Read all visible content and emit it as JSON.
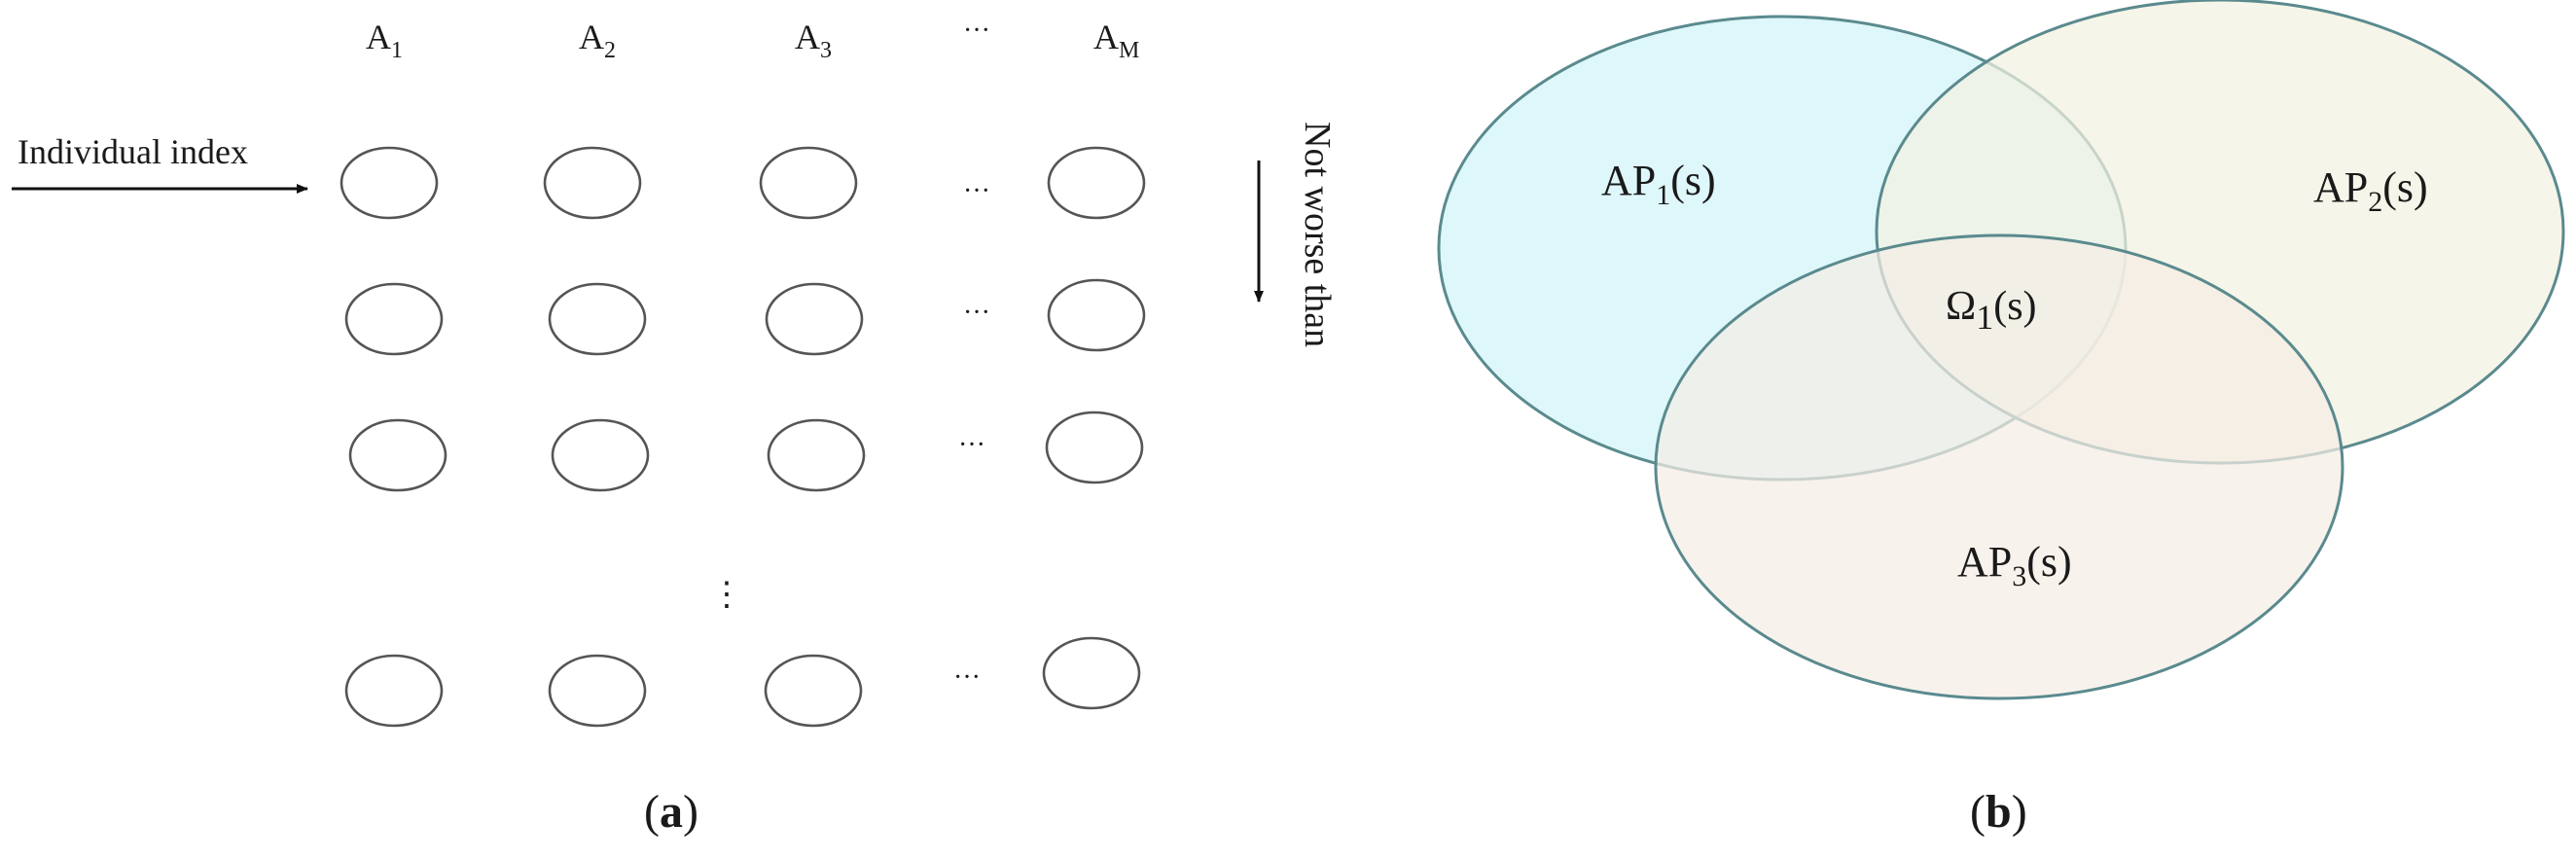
{
  "panel_a": {
    "columns": [
      {
        "base": "A",
        "sub": "1"
      },
      {
        "base": "A",
        "sub": "2"
      },
      {
        "base": "A",
        "sub": "3"
      },
      {
        "base": "A",
        "sub": "M"
      }
    ],
    "ellipsis": "···",
    "vertical_ellipsis": "⋮",
    "index_label": "Individual index",
    "order_label": "Not worse than",
    "caption": {
      "open": "(",
      "letter": "a",
      "close": ")"
    }
  },
  "panel_b": {
    "sets": [
      {
        "base": "AP",
        "sub": "1",
        "suffix": "(s)",
        "color": "#d9f6fa"
      },
      {
        "base": "AP",
        "sub": "2",
        "suffix": "(s)",
        "color": "#f3f1e1"
      },
      {
        "base": "AP",
        "sub": "3",
        "suffix": "(s)",
        "color": "#f4ede4"
      }
    ],
    "intersection": {
      "base": "Ω",
      "sub": "1",
      "suffix": "(s)"
    },
    "outline_color": "#5a8a8e",
    "caption": {
      "open": "(",
      "letter": "b",
      "close": ")"
    }
  }
}
